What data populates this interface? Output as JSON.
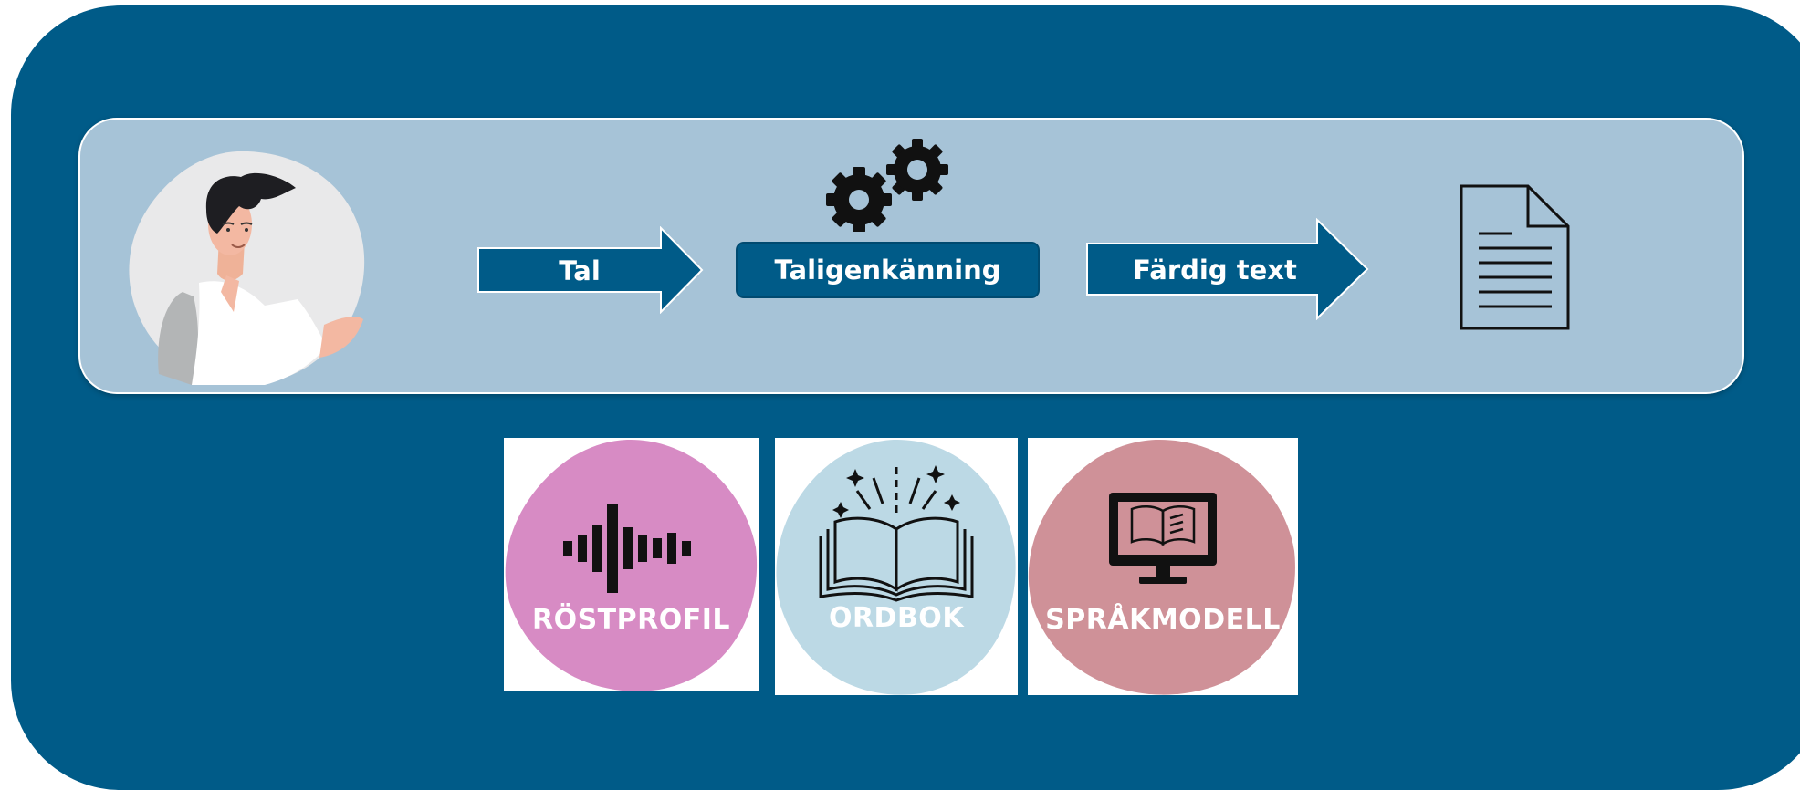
{
  "flow": {
    "input_arrow_label": "Tal",
    "process_label": "Taligenkänning",
    "output_arrow_label": "Färdig text"
  },
  "components": [
    {
      "label": "RÖSTPROFIL",
      "icon": "waveform-icon",
      "blob_color": "#d78bc4"
    },
    {
      "label": "ORDBOK",
      "icon": "open-book-icon",
      "blob_color": "#bcd9e5"
    },
    {
      "label": "SPRÅKMODELL",
      "icon": "monitor-book-icon",
      "blob_color": "#cf9198"
    }
  ],
  "colors": {
    "background": "#005b88",
    "strip": "#a6c3d7",
    "accent_dark": "#005b88"
  }
}
